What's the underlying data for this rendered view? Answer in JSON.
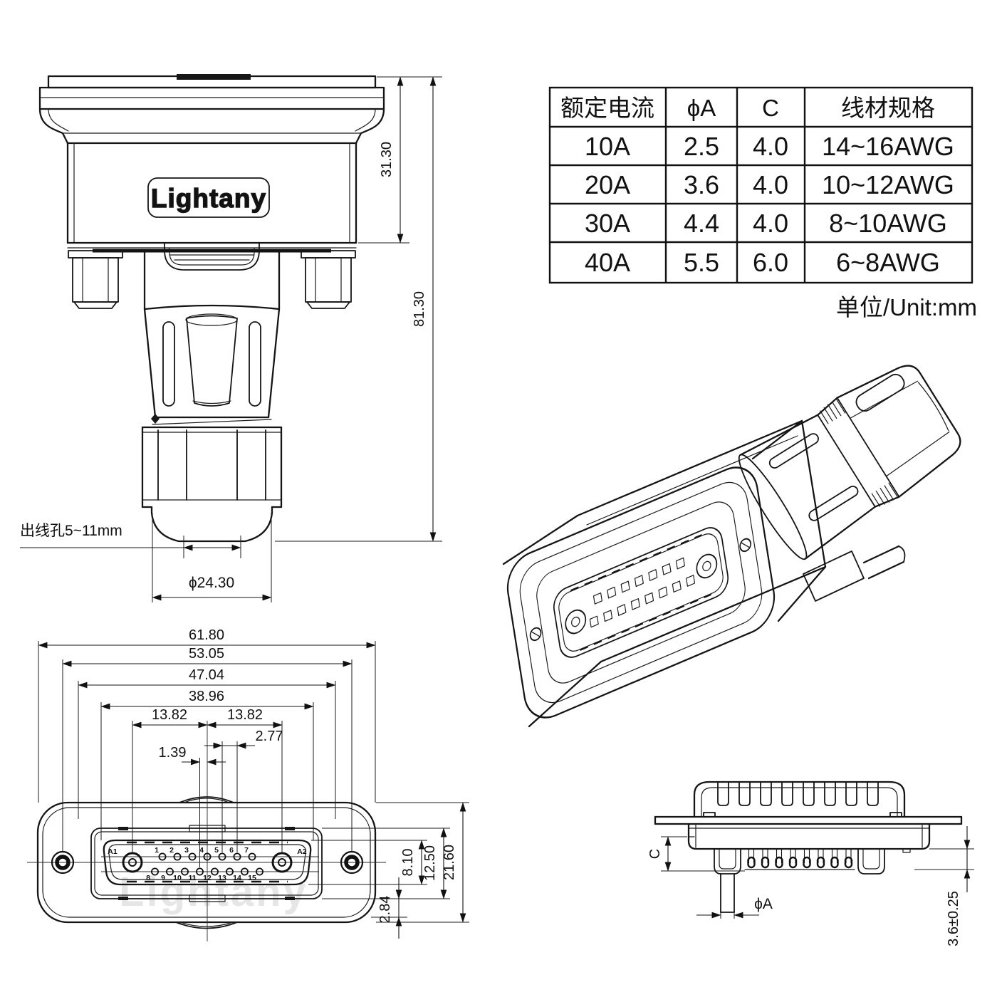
{
  "drawing": {
    "brand": "Lightany",
    "watermark": "Lightany",
    "unit_note": "单位/Unit:mm"
  },
  "table": {
    "headers": [
      "额定电流",
      "ϕA",
      "C",
      "线材规格"
    ],
    "rows": [
      [
        "10A",
        "2.5",
        "4.0",
        "14~16AWG"
      ],
      [
        "20A",
        "3.6",
        "4.0",
        "10~12AWG"
      ],
      [
        "30A",
        "4.4",
        "4.0",
        "8~10AWG"
      ],
      [
        "40A",
        "5.5",
        "6.0",
        "6~8AWG"
      ]
    ]
  },
  "front_view": {
    "dim_upper_height": "31.30",
    "dim_total_height": "81.30",
    "cable_hole_label": "出线孔5~11mm",
    "dim_gland_diameter": "ϕ24.30"
  },
  "face_view": {
    "dim_width_overall": "61.80",
    "dim_mount_span": "53.05",
    "dim_shell_width": "47.04",
    "dim_insert_width": "38.96",
    "dim_a1_to_center": "13.82",
    "dim_center_to_a2": "13.82",
    "dim_pin_pitch": "2.77",
    "dim_row_offset": "1.39",
    "dim_insert_height": "8.10",
    "dim_recess_height": "12.50",
    "dim_height_overall": "21.60",
    "dim_bottom_offset": "2.84",
    "contact_a1": "A1",
    "contact_a2": "A2",
    "pins_top": [
      "1",
      "2",
      "3",
      "4",
      "5",
      "6",
      "7"
    ],
    "pins_bottom": [
      "8",
      "9",
      "10",
      "11",
      "12",
      "13",
      "14",
      "15"
    ]
  },
  "side_view": {
    "dim_pin_length": "C",
    "dim_pin_diameter": "ϕA",
    "dim_tail_height": "3.6±0.25"
  }
}
